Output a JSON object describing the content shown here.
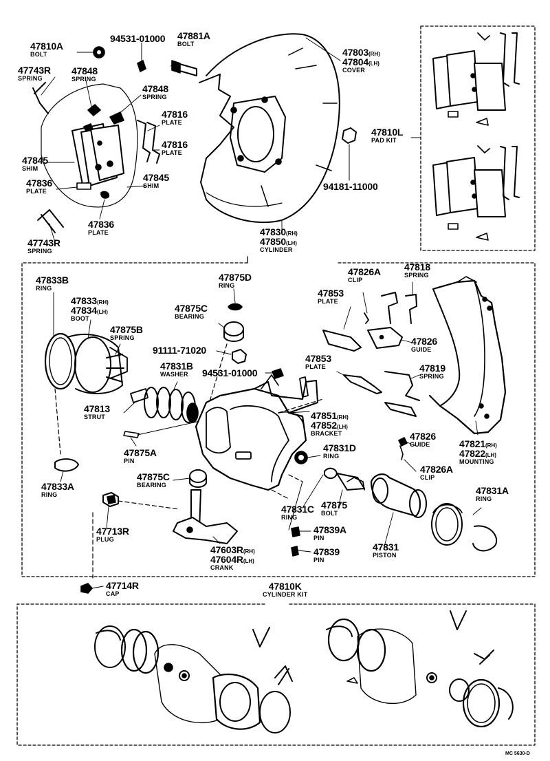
{
  "labels": [
    {
      "id": "47810A",
      "parts": [
        "47810A"
      ],
      "name": "BOLT"
    },
    {
      "id": "94531-01000a",
      "parts": [
        "94531-01000"
      ],
      "name": ""
    },
    {
      "id": "47881A",
      "parts": [
        "47881A"
      ],
      "name": "BOLT"
    },
    {
      "id": "47803",
      "parts": [
        "47803(RH)",
        "47804(LH)"
      ],
      "name": "COVER"
    },
    {
      "id": "47743Ra",
      "parts": [
        "47743R"
      ],
      "name": "SPRING"
    },
    {
      "id": "47848a",
      "parts": [
        "47848"
      ],
      "name": "SPRING"
    },
    {
      "id": "47848b",
      "parts": [
        "47848"
      ],
      "name": "SPRING"
    },
    {
      "id": "47816a",
      "parts": [
        "47816"
      ],
      "name": "PLATE"
    },
    {
      "id": "47816b",
      "parts": [
        "47816"
      ],
      "name": "PLATE"
    },
    {
      "id": "47845a",
      "parts": [
        "47845"
      ],
      "name": "SHIM"
    },
    {
      "id": "47845b",
      "parts": [
        "47845"
      ],
      "name": "SHIM"
    },
    {
      "id": "47836a",
      "parts": [
        "47836"
      ],
      "name": "PLATE"
    },
    {
      "id": "47836b",
      "parts": [
        "47836"
      ],
      "name": "PLATE"
    },
    {
      "id": "47743Rb",
      "parts": [
        "47743R"
      ],
      "name": "SPRING"
    },
    {
      "id": "94181-11000",
      "parts": [
        "94181-11000"
      ],
      "name": ""
    },
    {
      "id": "47810L",
      "parts": [
        "47810L"
      ],
      "name": "PAD KIT"
    },
    {
      "id": "47830",
      "parts": [
        "47830(RH)",
        "47850(LH)"
      ],
      "name": "CYLINDER"
    },
    {
      "id": "47833B",
      "parts": [
        "47833B"
      ],
      "name": "RING"
    },
    {
      "id": "47833",
      "parts": [
        "47833(RH)",
        "47834(LH)"
      ],
      "name": "BOOT"
    },
    {
      "id": "47875B",
      "parts": [
        "47875B"
      ],
      "name": "SPRING"
    },
    {
      "id": "47875D",
      "parts": [
        "47875D"
      ],
      "name": "RING"
    },
    {
      "id": "47875Ca",
      "parts": [
        "47875C"
      ],
      "name": "BEARING"
    },
    {
      "id": "91111-71020",
      "parts": [
        "91111-71020"
      ],
      "name": ""
    },
    {
      "id": "47831B",
      "parts": [
        "47831B"
      ],
      "name": "WASHER"
    },
    {
      "id": "94531-01000b",
      "parts": [
        "94531-01000"
      ],
      "name": ""
    },
    {
      "id": "47826Aa",
      "parts": [
        "47826A"
      ],
      "name": "CLIP"
    },
    {
      "id": "47818",
      "parts": [
        "47818"
      ],
      "name": "SPRING"
    },
    {
      "id": "47853a",
      "parts": [
        "47853"
      ],
      "name": "PLATE"
    },
    {
      "id": "47826a",
      "parts": [
        "47826"
      ],
      "name": "GUIDE"
    },
    {
      "id": "47853b",
      "parts": [
        "47853"
      ],
      "name": "PLATE"
    },
    {
      "id": "47819",
      "parts": [
        "47819"
      ],
      "name": "SPRING"
    },
    {
      "id": "47813",
      "parts": [
        "47813"
      ],
      "name": "STRUT"
    },
    {
      "id": "47851",
      "parts": [
        "47851(RH)",
        "47852(LH)"
      ],
      "name": "BRACKET"
    },
    {
      "id": "47826b",
      "parts": [
        "47826"
      ],
      "name": "GUIDE"
    },
    {
      "id": "47821",
      "parts": [
        "47821(RH)",
        "47822(LH)"
      ],
      "name": "MOUNTING"
    },
    {
      "id": "47875A",
      "parts": [
        "47875A"
      ],
      "name": "PIN"
    },
    {
      "id": "47831D",
      "parts": [
        "47831D"
      ],
      "name": "RING"
    },
    {
      "id": "47826Ab",
      "parts": [
        "47826A"
      ],
      "name": "CLIP"
    },
    {
      "id": "47833A",
      "parts": [
        "47833A"
      ],
      "name": "RING"
    },
    {
      "id": "47875Cb",
      "parts": [
        "47875C"
      ],
      "name": "BEARING"
    },
    {
      "id": "47831C",
      "parts": [
        "47831C"
      ],
      "name": "RING"
    },
    {
      "id": "47875",
      "parts": [
        "47875"
      ],
      "name": "BOLT"
    },
    {
      "id": "47831A",
      "parts": [
        "47831A"
      ],
      "name": "RING"
    },
    {
      "id": "47713R",
      "parts": [
        "47713R"
      ],
      "name": "PLUG"
    },
    {
      "id": "47839A",
      "parts": [
        "47839A"
      ],
      "name": "PIN"
    },
    {
      "id": "47831",
      "parts": [
        "47831"
      ],
      "name": "PISTON"
    },
    {
      "id": "47603R",
      "parts": [
        "47603R(RH)",
        "47604R(LH)"
      ],
      "name": "CRANK"
    },
    {
      "id": "47839",
      "parts": [
        "47839"
      ],
      "name": "PIN"
    },
    {
      "id": "47714R",
      "parts": [
        "47714R"
      ],
      "name": "CAP"
    },
    {
      "id": "47810K",
      "parts": [
        "47810K"
      ],
      "name": "CYLINDER KIT"
    }
  ],
  "corner_code": "MC 5630-D"
}
